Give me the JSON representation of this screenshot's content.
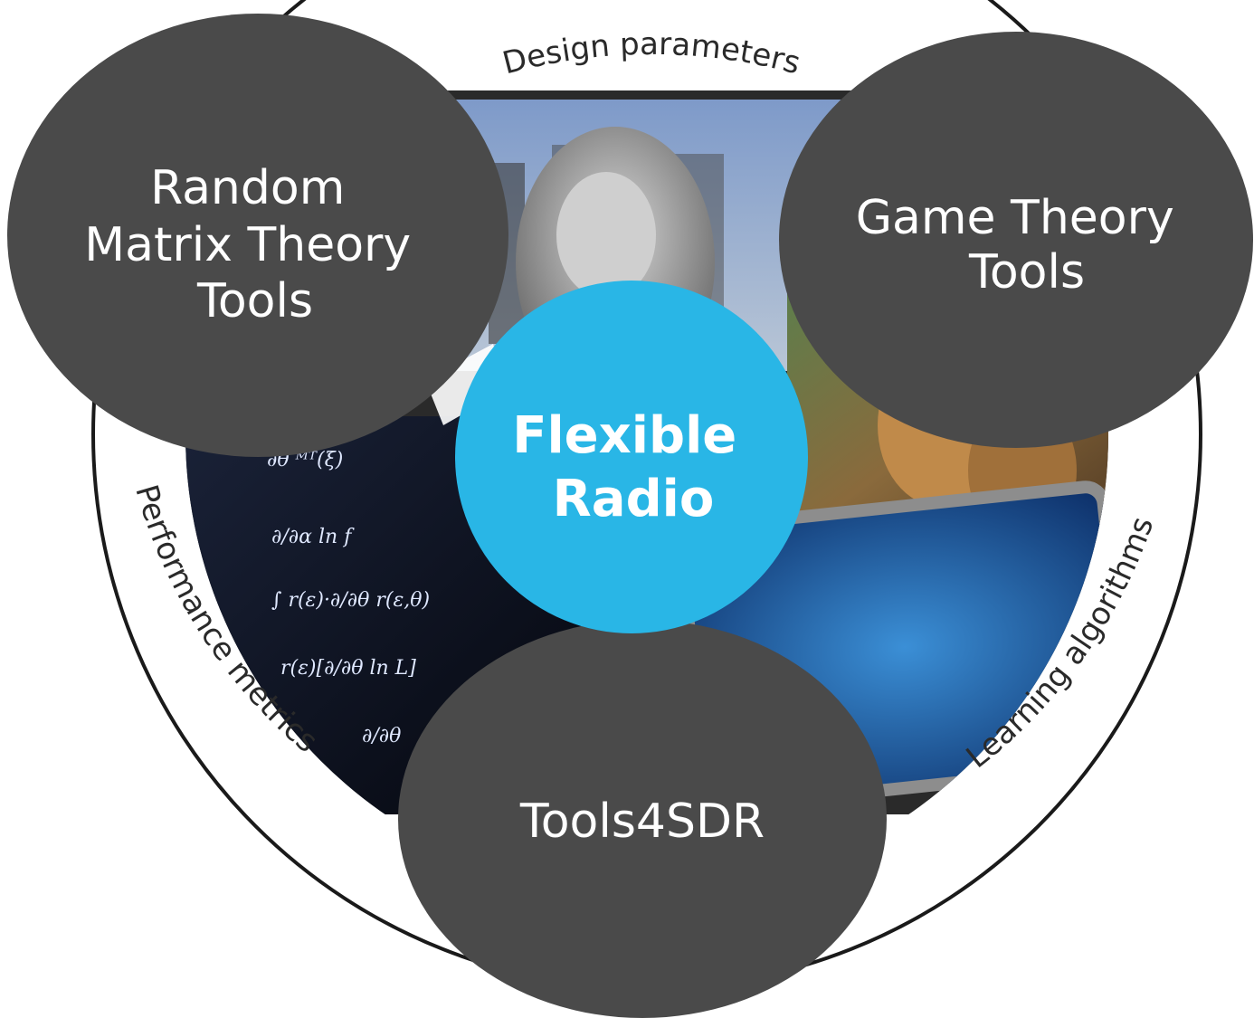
{
  "diagram": {
    "ring_labels": {
      "top": "Design parameters",
      "left": "Performance metrics",
      "right": "Learning algorithms"
    },
    "nodes": {
      "top_left": [
        "Random",
        "Matrix Theory",
        "Tools"
      ],
      "top_right": [
        "Game Theory",
        "Tools"
      ],
      "bottom": [
        "Tools4SDR"
      ]
    },
    "center": [
      "Flexible",
      "Radio"
    ],
    "colors": {
      "node_fill": "#4a4a4a",
      "center_fill": "#29b6e6",
      "ring_stroke": "#1a1a1a",
      "ring_fill": "#ffffff",
      "node_text": "#ffffff"
    }
  }
}
